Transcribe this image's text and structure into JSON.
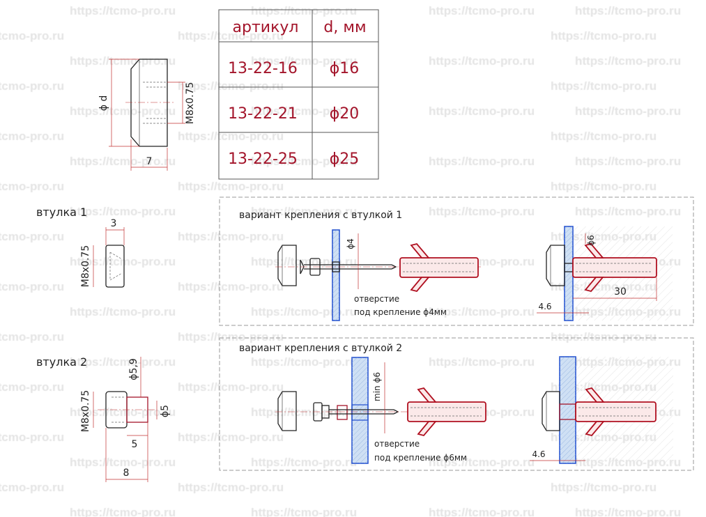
{
  "watermark": "https://tcmo-pro.ru",
  "table": {
    "headers": [
      "артикул",
      "d, мм"
    ],
    "rows": [
      [
        "13-22-16",
        "ϕ16"
      ],
      [
        "13-22-21",
        "ϕ20"
      ],
      [
        "13-22-25",
        "ϕ25"
      ]
    ]
  },
  "cap": {
    "dia_label": "ϕ d",
    "thread_label": "M8x0.75",
    "width_label": "7"
  },
  "bushing1": {
    "title": "втулка 1",
    "width_label": "3",
    "thread_label": "M8x0.75"
  },
  "bushing2": {
    "title": "втулка 2",
    "thread_label": "M8x0.75",
    "neck_dia_label": "ϕ5,9",
    "bore_dia_label": "ϕ5",
    "neck_len_label": "5",
    "total_len_label": "8"
  },
  "variant1": {
    "title": "вариант крепления с втулкой 1",
    "hole_dia_label": "ϕ4",
    "note_line1": "отверстие",
    "note_line2": "под крепление ϕ4мм",
    "dowel_dia_label": "ϕ6",
    "depth_label": "30",
    "glass_label": "4.6"
  },
  "variant2": {
    "title": "вариант крепления с втулкой 2",
    "hole_dia_label": "min ϕ6",
    "note_line1": "отверстие",
    "note_line2": "под крепление ϕ6мм",
    "glass_label": "4.6"
  },
  "colors": {
    "accent": "#a3142a",
    "glass": "#2a56d0"
  }
}
